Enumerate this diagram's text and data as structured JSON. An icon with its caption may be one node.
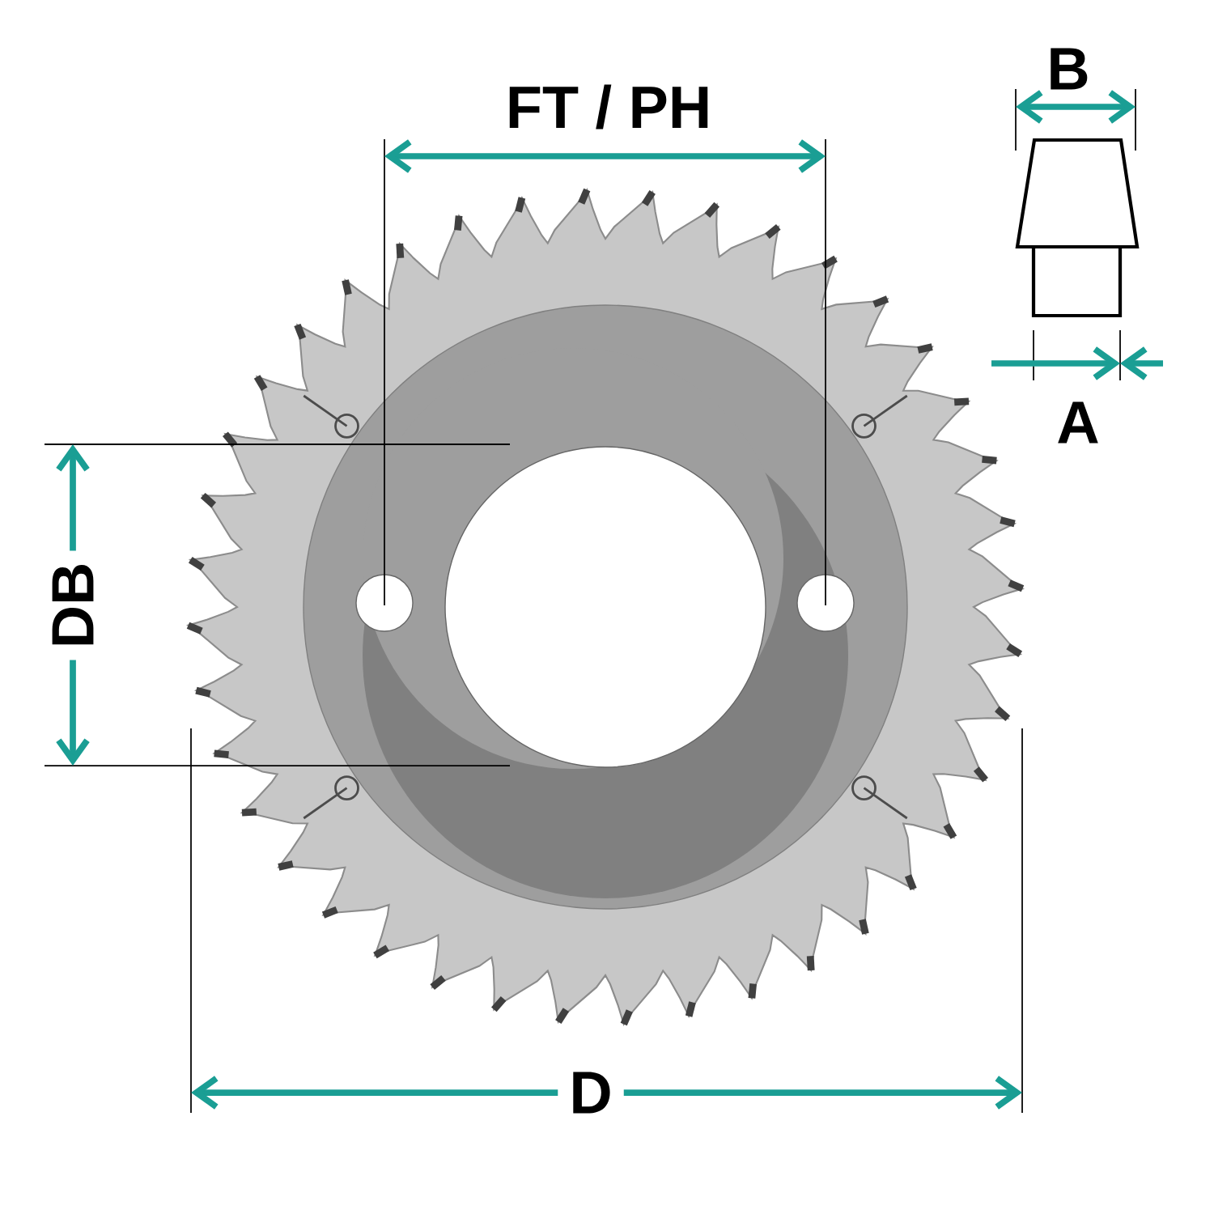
{
  "diagram": {
    "labels": [
      "FT / PH",
      "B",
      "A",
      "DB",
      "D"
    ]
  }
}
